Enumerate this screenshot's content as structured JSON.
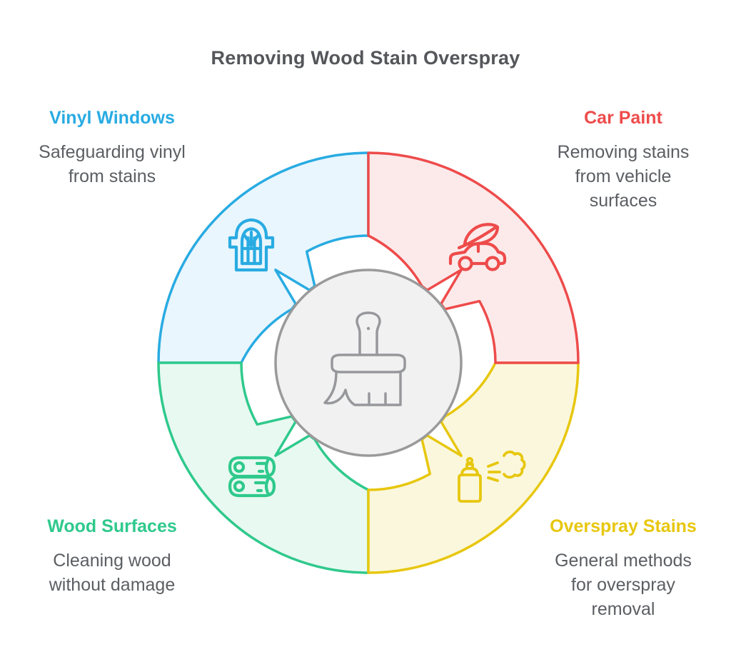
{
  "title": "Removing Wood Stain Overspray",
  "center": {
    "icon": "paint-brush-icon",
    "circle_fill": "#f1f1f2",
    "circle_stroke": "#9a9a9a"
  },
  "quadrants": [
    {
      "id": "vinyl-windows",
      "position": "top-left",
      "label": "Vinyl Windows",
      "description": "Safeguarding vinyl\nfrom stains",
      "color": "#29abe2",
      "fill": "#e9f6fd",
      "icon": "arched-window-icon"
    },
    {
      "id": "car-paint",
      "position": "top-right",
      "label": "Car Paint",
      "description": "Removing stains\nfrom vehicle\nsurfaces",
      "color": "#ee4b4b",
      "fill": "#fceaea",
      "icon": "eco-car-icon"
    },
    {
      "id": "wood-surfaces",
      "position": "bottom-left",
      "label": "Wood Surfaces",
      "description": "Cleaning wood\nwithout damage",
      "color": "#2fc98c",
      "fill": "#e8f9f1",
      "icon": "wood-logs-icon"
    },
    {
      "id": "overspray-stains",
      "position": "bottom-right",
      "label": "Overspray Stains",
      "description": "General methods\nfor overspray\nremoval",
      "color": "#e7c70f",
      "fill": "#fbf7dc",
      "icon": "spray-can-icon"
    }
  ],
  "text_colors": {
    "title": "#54565a",
    "body": "#5b5e62"
  }
}
